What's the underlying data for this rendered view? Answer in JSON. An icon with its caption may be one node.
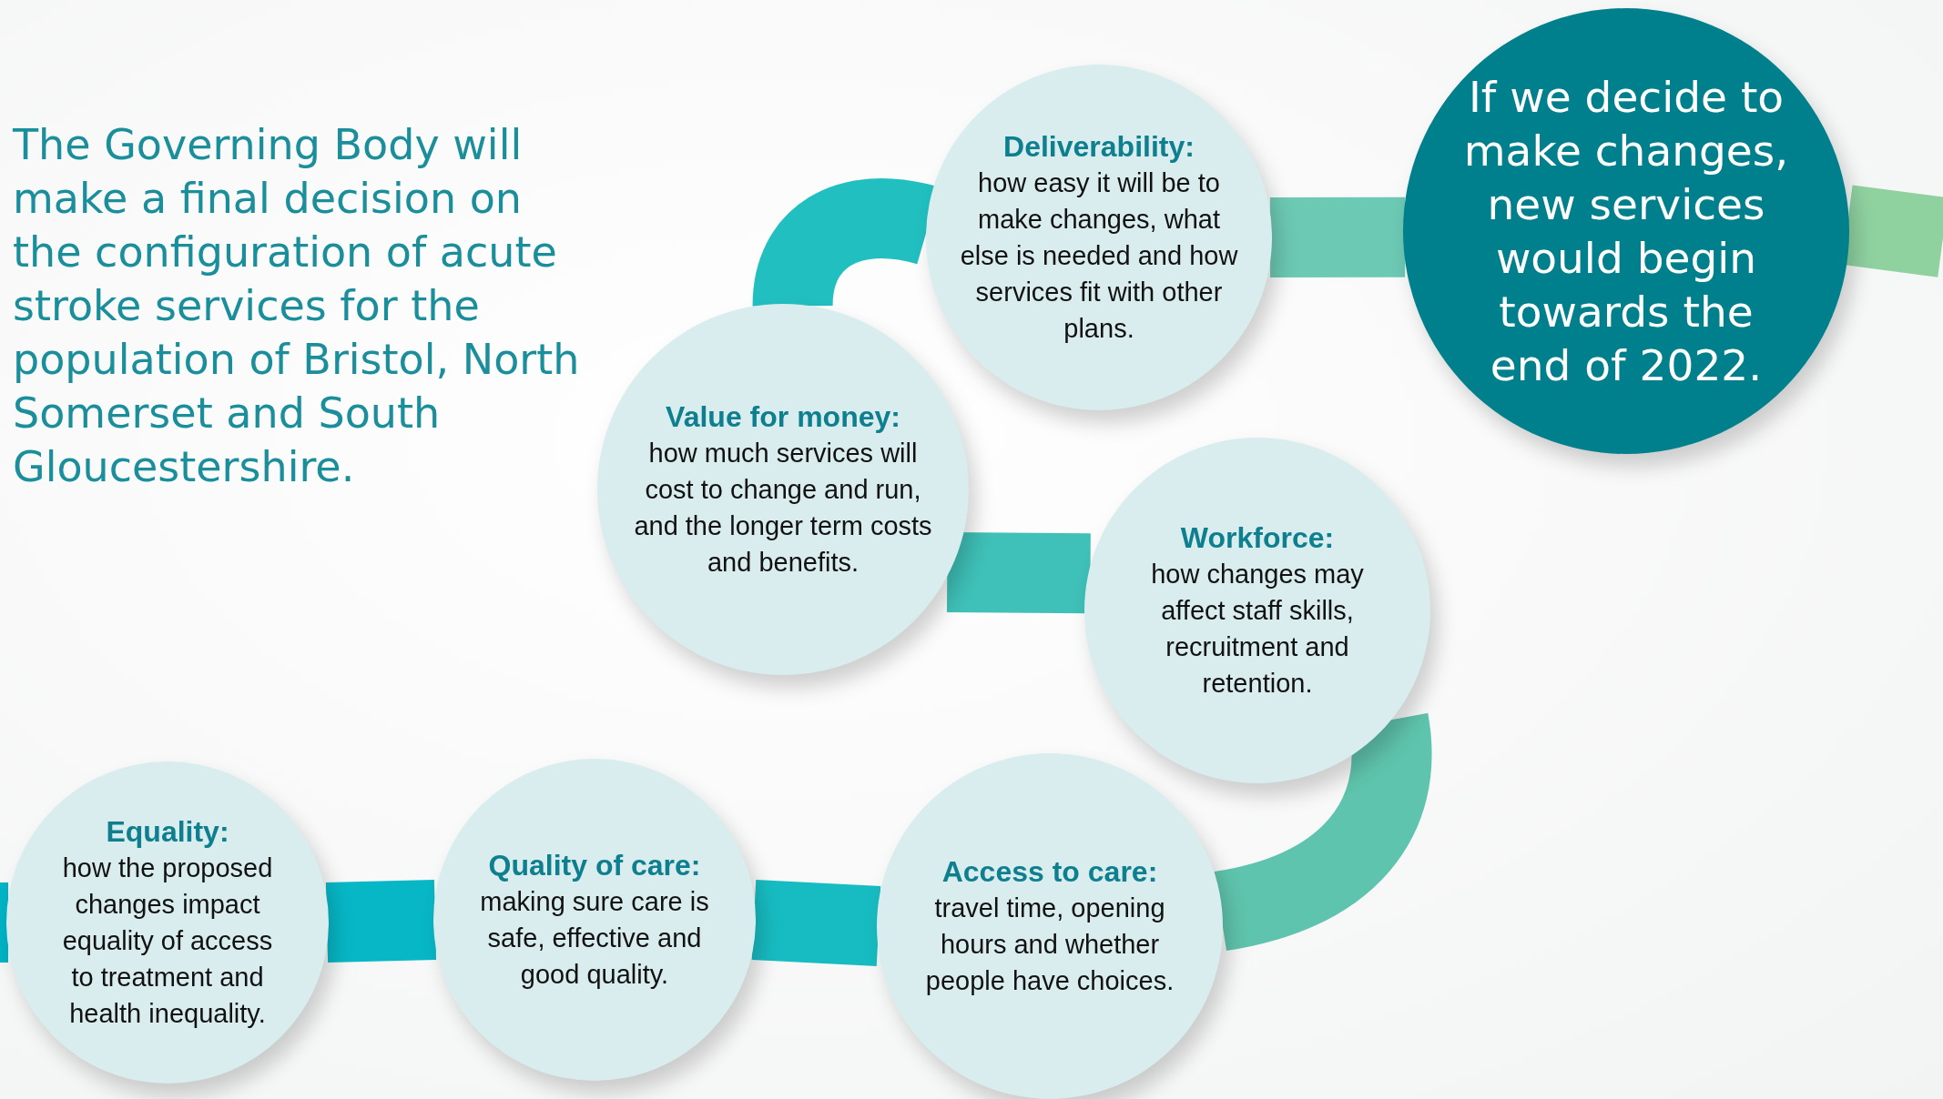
{
  "diagram": {
    "nodes": [
      {
        "text": [
          "Equality:",
          "how the proposed changes impact equality of access to treatment and health inequality."
        ]
      },
      {
        "text": [
          "Quality of care:",
          "making sure care is safe, effective and good quality."
        ]
      },
      {
        "text": [
          "Access to care:",
          "travel time, opening hours and whether people have choices."
        ]
      },
      {
        "text": [
          "Workforce:",
          "how changes may affect staff skills, recruitment and retention."
        ]
      },
      {
        "text": [
          "Value for money:",
          "how much services will cost to change and run, and the longer term costs and benefits."
        ]
      },
      {
        "text": [
          "Deliverability:",
          "how easy it will be to make changes, what else is needed and how services fit with other plans."
        ]
      },
      {
        "text": [
          "If we decide to make changes, new services would begin towards the end of 2022."
        ]
      }
    ],
    "edges": [
      {
        "from": null,
        "to": 0,
        "arrow": "none",
        "color": "#00b3c6"
      },
      {
        "from": 0,
        "to": 1,
        "arrow": "none",
        "color": "#07b7c6"
      },
      {
        "from": 1,
        "to": 2,
        "arrow": "none",
        "color": "#17bcc2"
      },
      {
        "from": 2,
        "to": 3,
        "arrow": "none",
        "color": "#5fc4ad"
      },
      {
        "from": 3,
        "to": 4,
        "arrow": "none",
        "color": "#3fc0b8"
      },
      {
        "from": 4,
        "to": 5,
        "arrow": "none",
        "color": "#22bfc0"
      },
      {
        "from": 5,
        "to": 6,
        "arrow": "none",
        "color": "#6cc9b3"
      },
      {
        "from": 6,
        "to": null,
        "arrow": "none",
        "color": "#8fd2a0"
      }
    ],
    "labels": [
      "The Governing Body will make a final decision on the configuration of acute stroke services for the population of Bristol, North Somerset and South Gloucestershire."
    ]
  }
}
